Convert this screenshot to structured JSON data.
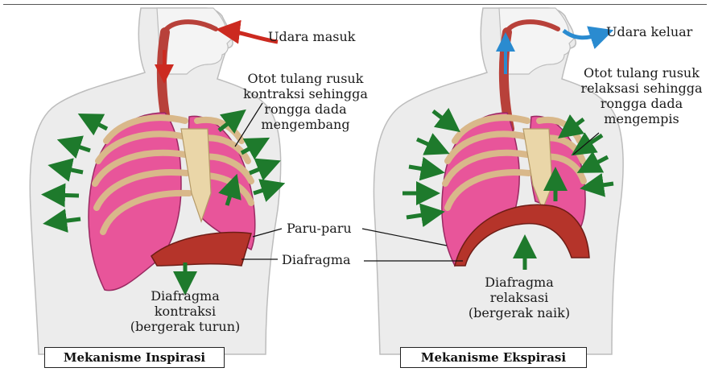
{
  "inspirasi": {
    "air_label": "Udara masuk",
    "muscle_lines": [
      "Otot tulang rusuk",
      "kontraksi sehingga",
      "rongga dada",
      "mengembang"
    ],
    "diaphragm_lines": [
      "Diafragma",
      "kontraksi",
      "(bergerak turun)"
    ],
    "caption": "Mekanisme Inspirasi"
  },
  "ekspirasi": {
    "air_label": "Udara keluar",
    "muscle_lines": [
      "Otot tulang rusuk",
      "relaksasi sehingga",
      "rongga dada",
      "mengempis"
    ],
    "diaphragm_lines": [
      "Diafragma",
      "relaksasi",
      "(bergerak naik)"
    ],
    "caption": "Mekanisme Ekspirasi"
  },
  "shared": {
    "lungs_label": "Paru-paru",
    "diaphragm_label": "Diafragma"
  },
  "colors": {
    "lung": "#e8559a",
    "rib": "#d9b88a",
    "diaphragm": "#b5342a",
    "trachea": "#b8413a",
    "arrow_green": "#1e7a2c",
    "arrow_red": "#cc2a20",
    "arrow_blue": "#2a8bd0"
  }
}
